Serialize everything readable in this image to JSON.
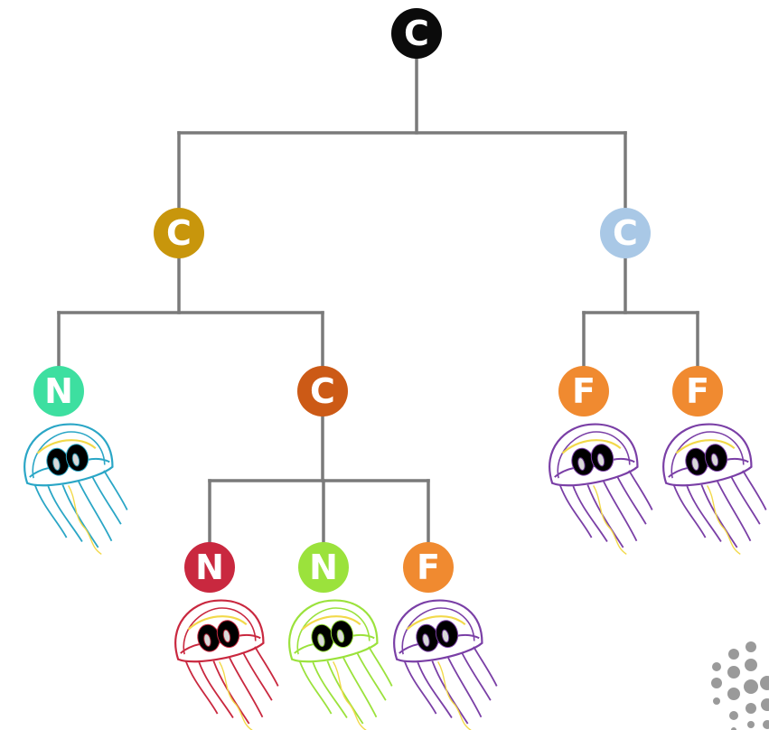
{
  "colors": {
    "edge": "#7a7a7a",
    "node_text": "#ffffff",
    "root": "#0b0b0b",
    "mustard": "#c8960c",
    "light_blue": "#a9c8e6",
    "mint": "#3ddfa0",
    "rust": "#cc5a16",
    "crimson": "#c9283f",
    "lime": "#9be23c",
    "orange": "#f08a30",
    "jelly_purple": "#7a3fa6",
    "jelly_teal": "#2aa6c6",
    "logo_dots": "#9a9a9a"
  },
  "tree": {
    "nodes": [
      {
        "id": "root",
        "letter": "C",
        "color": "root",
        "has_jellyfish": false
      },
      {
        "id": "c-left",
        "letter": "C",
        "color": "mustard",
        "has_jellyfish": false
      },
      {
        "id": "c-right",
        "letter": "C",
        "color": "light_blue",
        "has_jellyfish": false
      },
      {
        "id": "n-mint",
        "letter": "N",
        "color": "mint",
        "has_jellyfish": true,
        "jelly_color": "jelly_teal"
      },
      {
        "id": "c-mid",
        "letter": "C",
        "color": "rust",
        "has_jellyfish": false
      },
      {
        "id": "f-r1",
        "letter": "F",
        "color": "orange",
        "has_jellyfish": true,
        "jelly_color": "jelly_purple"
      },
      {
        "id": "f-r2",
        "letter": "F",
        "color": "orange",
        "has_jellyfish": true,
        "jelly_color": "jelly_purple"
      },
      {
        "id": "n-red",
        "letter": "N",
        "color": "crimson",
        "has_jellyfish": true,
        "jelly_color": "crimson"
      },
      {
        "id": "n-lime",
        "letter": "N",
        "color": "lime",
        "has_jellyfish": true,
        "jelly_color": "lime"
      },
      {
        "id": "f-b",
        "letter": "F",
        "color": "orange",
        "has_jellyfish": true,
        "jelly_color": "jelly_purple"
      }
    ],
    "edges": [
      [
        "root",
        "c-left"
      ],
      [
        "root",
        "c-right"
      ],
      [
        "c-left",
        "n-mint"
      ],
      [
        "c-left",
        "c-mid"
      ],
      [
        "c-right",
        "f-r1"
      ],
      [
        "c-right",
        "f-r2"
      ],
      [
        "c-mid",
        "n-red"
      ],
      [
        "c-mid",
        "n-lime"
      ],
      [
        "c-mid",
        "f-b"
      ]
    ]
  },
  "logo": {
    "icon": "dot-grid-logo"
  }
}
